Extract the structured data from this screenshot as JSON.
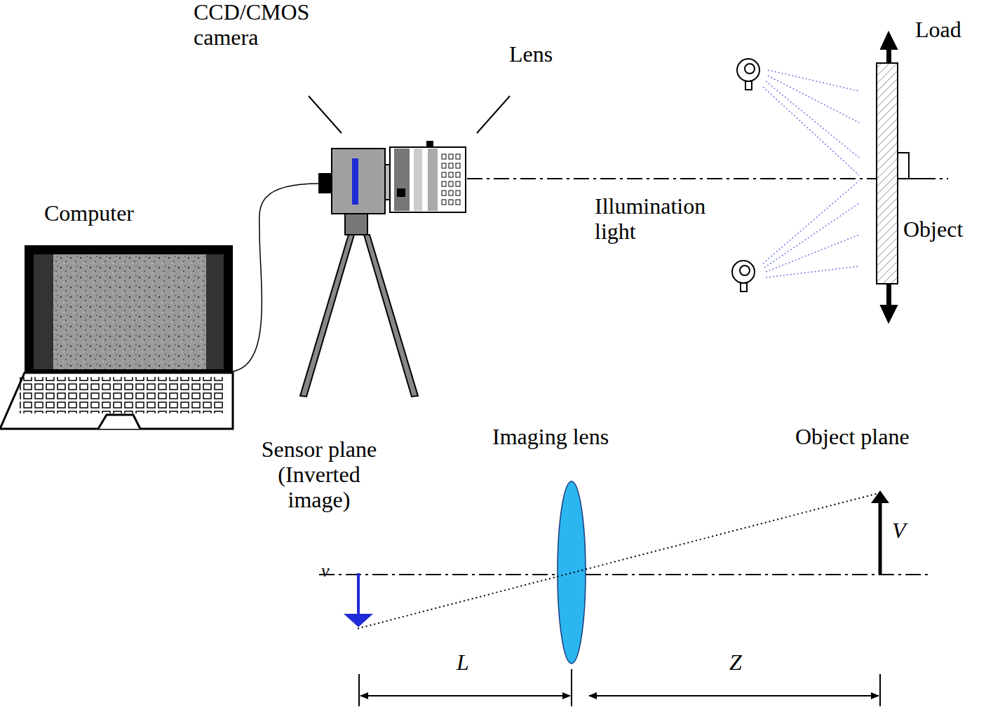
{
  "diagram": {
    "labels": [
      "CCD/CMOS camera",
      "Lens",
      "Load",
      "Computer",
      "Illumination light",
      "Object",
      "Sensor plane (Inverted image)",
      "Imaging lens",
      "Object plane",
      "V",
      "v",
      "L",
      "Z"
    ]
  }
}
